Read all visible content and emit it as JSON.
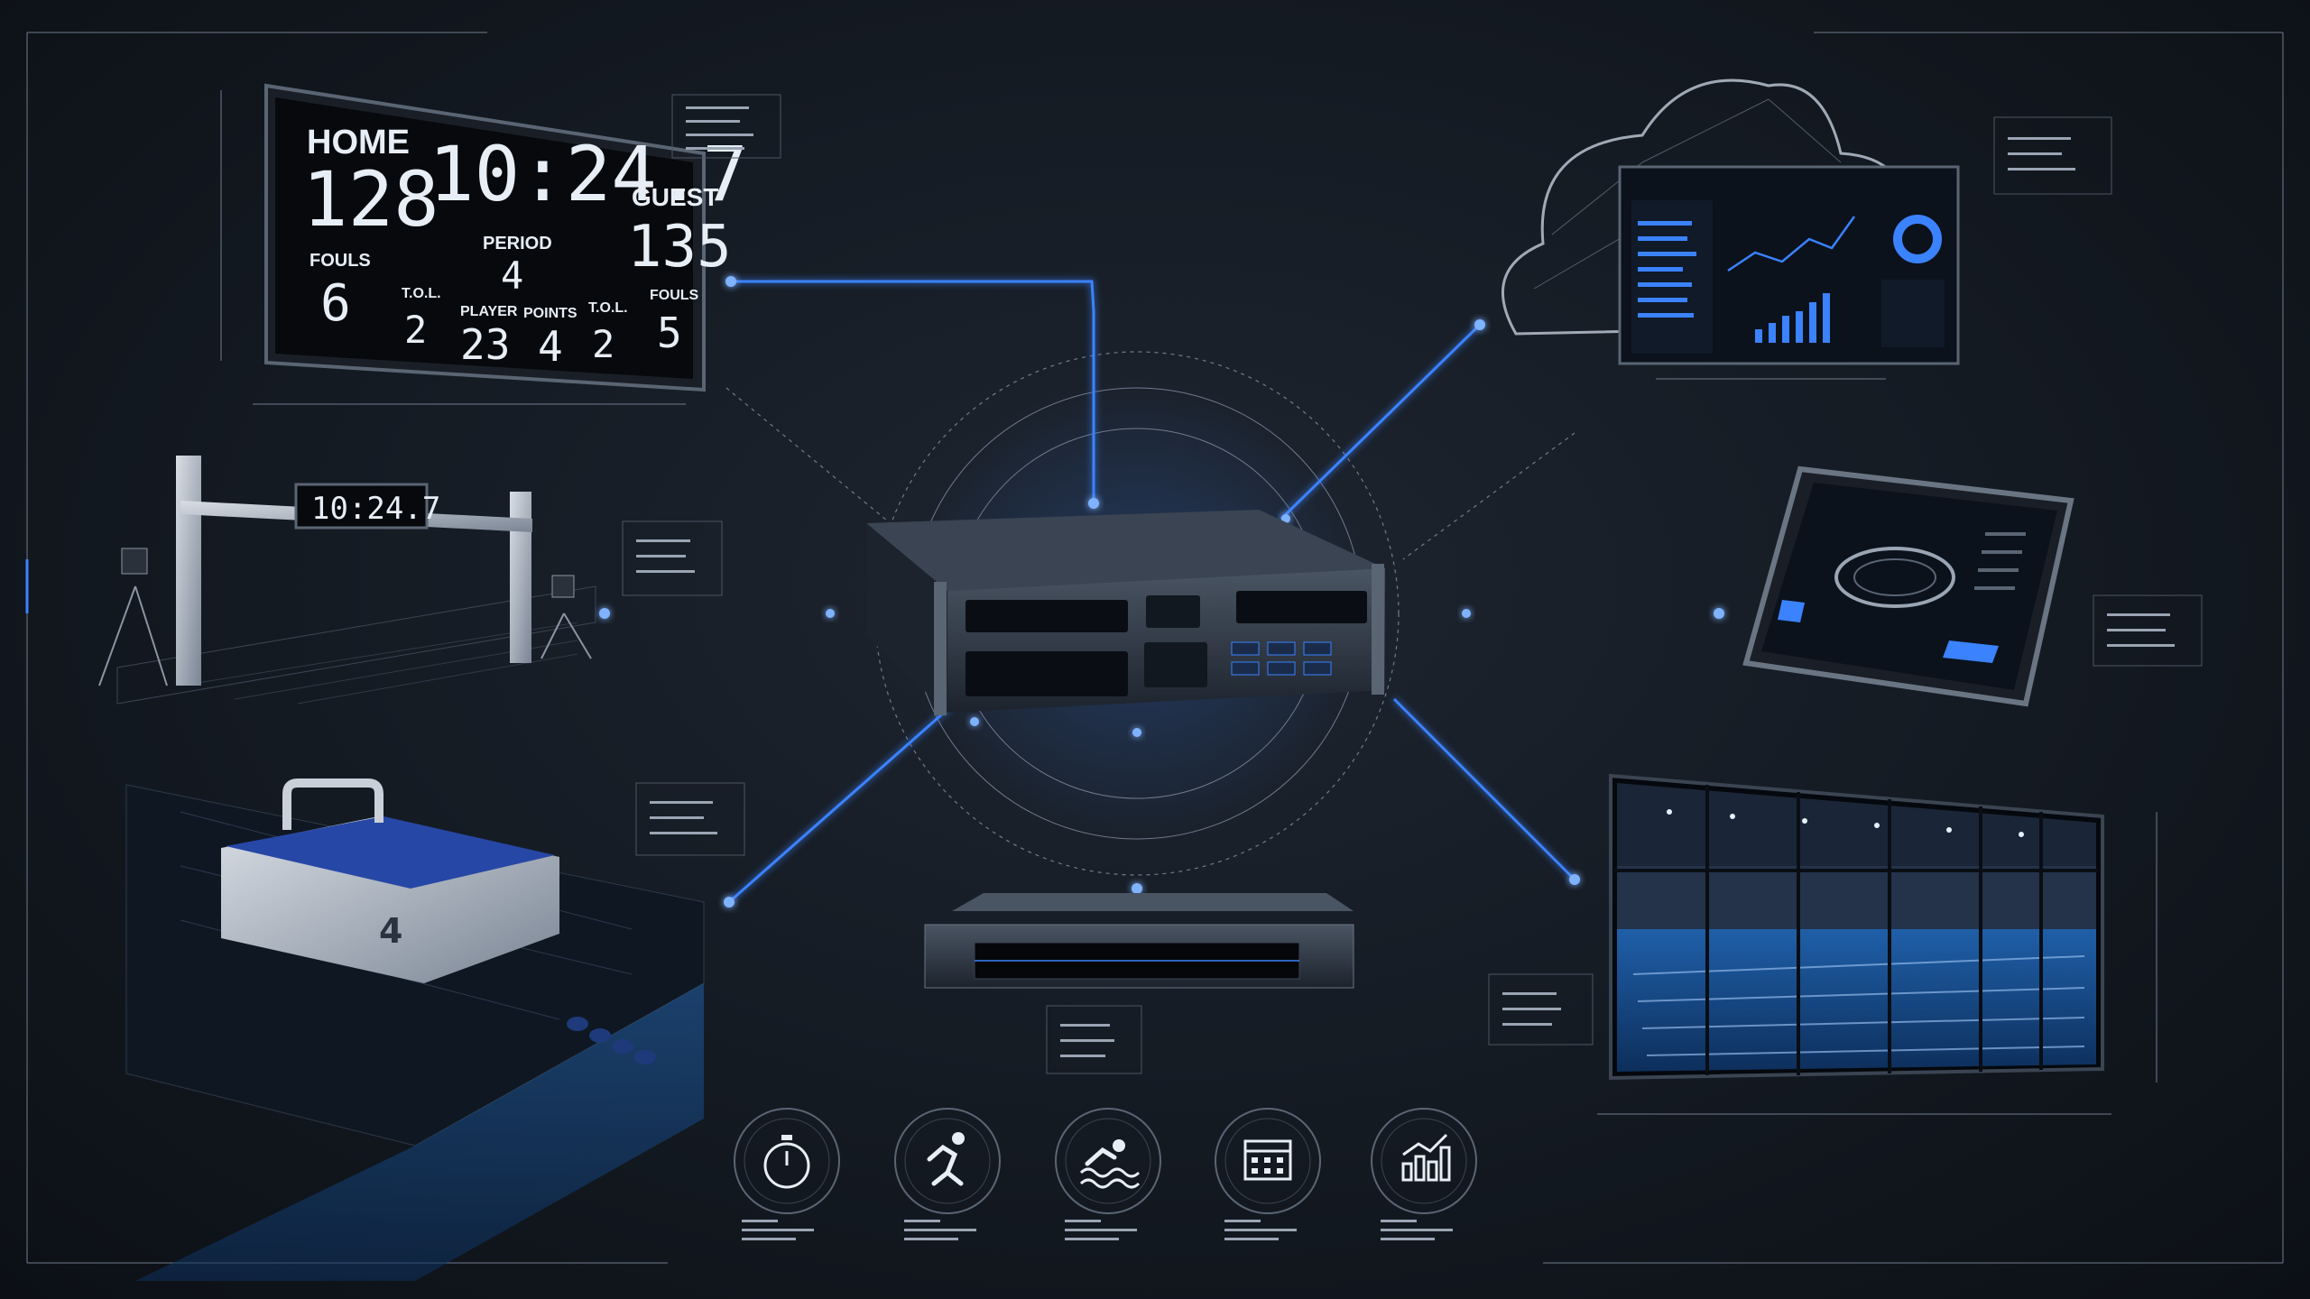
{
  "scoreboard": {
    "home_label": "HOME",
    "home_score": "128",
    "clock": "10:24.7",
    "guest_label": "GUEST",
    "guest_score": "135",
    "period_label": "PERIOD",
    "period_value": "4",
    "home_fouls_label": "FOULS",
    "home_fouls_value": "6",
    "home_tol_label": "T.O.L.",
    "home_tol_value": "2",
    "player_label": "PLAYER",
    "player_value": "23",
    "points_label": "POINTS",
    "points_value": "4",
    "guest_tol_label": "T.O.L.",
    "guest_tol_value": "2",
    "guest_fouls_label": "FOULS",
    "guest_fouls_value": "5"
  },
  "finish_gate": {
    "clock": "10:24.7"
  },
  "starting_block": {
    "lane_number": "4"
  },
  "icons": [
    {
      "name": "stopwatch-icon"
    },
    {
      "name": "runner-icon"
    },
    {
      "name": "swimmer-icon"
    },
    {
      "name": "calendar-icon"
    },
    {
      "name": "bar-chart-icon"
    }
  ],
  "colors": {
    "accent": "#3b82ff",
    "background": "#141a22",
    "panel": "#0b0f15"
  }
}
